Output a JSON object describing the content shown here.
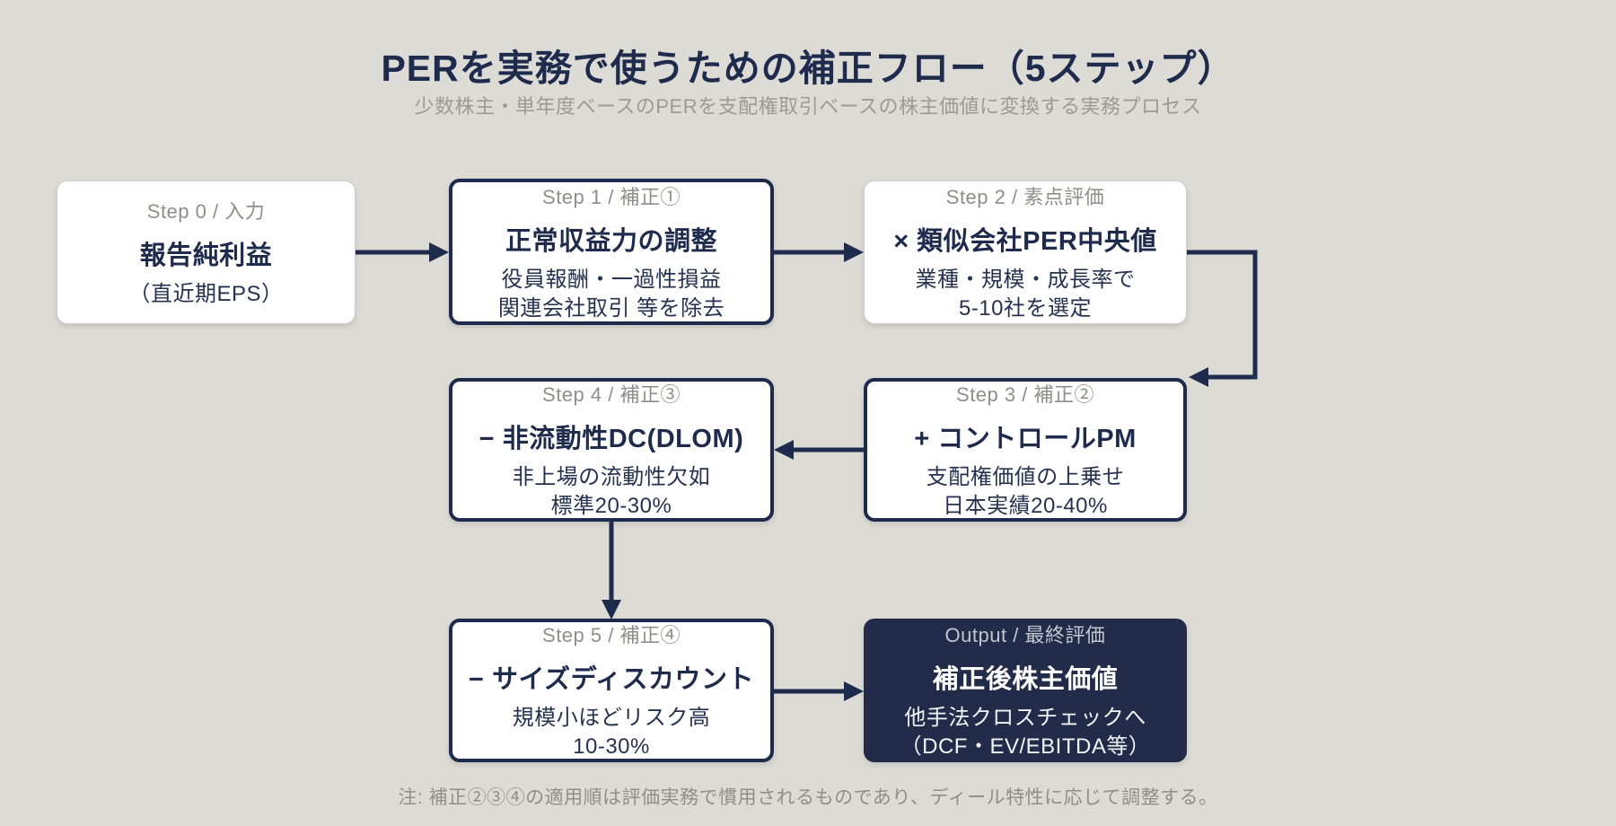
{
  "header": {
    "title": "PERを実務で使うための補正フロー（5ステップ）",
    "subtitle": "少数株主・単年度ベースのPERを支配権取引ベースの株主価値に変換する実務プロセス"
  },
  "footer": {
    "note": "注: 補正②③④の適用順は評価実務で慣用されるものであり、ディール特性に応じて調整する。"
  },
  "colors": {
    "background": "#dcdbd5",
    "navy": "#1f2b4c",
    "navy_fill": "#222c4a",
    "box_white": "#ffffff",
    "label_gray": "#8f8e88",
    "subtitle_gray": "#9b9a93",
    "output_label_gray": "#c2c6ce"
  },
  "nodes": {
    "step0": {
      "label": "Step 0 / 入力",
      "title": "報告純利益",
      "body": [
        "（直近期EPS）"
      ]
    },
    "step1": {
      "label": "Step 1 / 補正①",
      "title": "正常収益力の調整",
      "body": [
        "役員報酬・一過性損益",
        "関連会社取引 等を除去"
      ]
    },
    "step2": {
      "label": "Step 2 / 素点評価",
      "title": "× 類似会社PER中央値",
      "body": [
        "業種・規模・成長率で",
        "5-10社を選定"
      ]
    },
    "step3": {
      "label": "Step 3 / 補正②",
      "title": "+ コントロールPM",
      "body": [
        "支配権価値の上乗せ",
        "日本実績20-40%"
      ]
    },
    "step4": {
      "label": "Step 4 / 補正③",
      "title": "− 非流動性DC(DLOM)",
      "body": [
        "非上場の流動性欠如",
        "標準20-30%"
      ]
    },
    "step5": {
      "label": "Step 5 / 補正④",
      "title": "− サイズディスカウント",
      "body": [
        "規模小ほどリスク高",
        "10-30%"
      ]
    },
    "output": {
      "label": "Output / 最終評価",
      "title": "補正後株主価値",
      "body": [
        "他手法クロスチェックへ",
        "（DCF・EV/EBITDA等）"
      ]
    }
  },
  "flow": [
    {
      "from": "step0",
      "to": "step1"
    },
    {
      "from": "step1",
      "to": "step2"
    },
    {
      "from": "step2",
      "to": "step3"
    },
    {
      "from": "step3",
      "to": "step4"
    },
    {
      "from": "step4",
      "to": "step5"
    },
    {
      "from": "step5",
      "to": "output"
    }
  ]
}
